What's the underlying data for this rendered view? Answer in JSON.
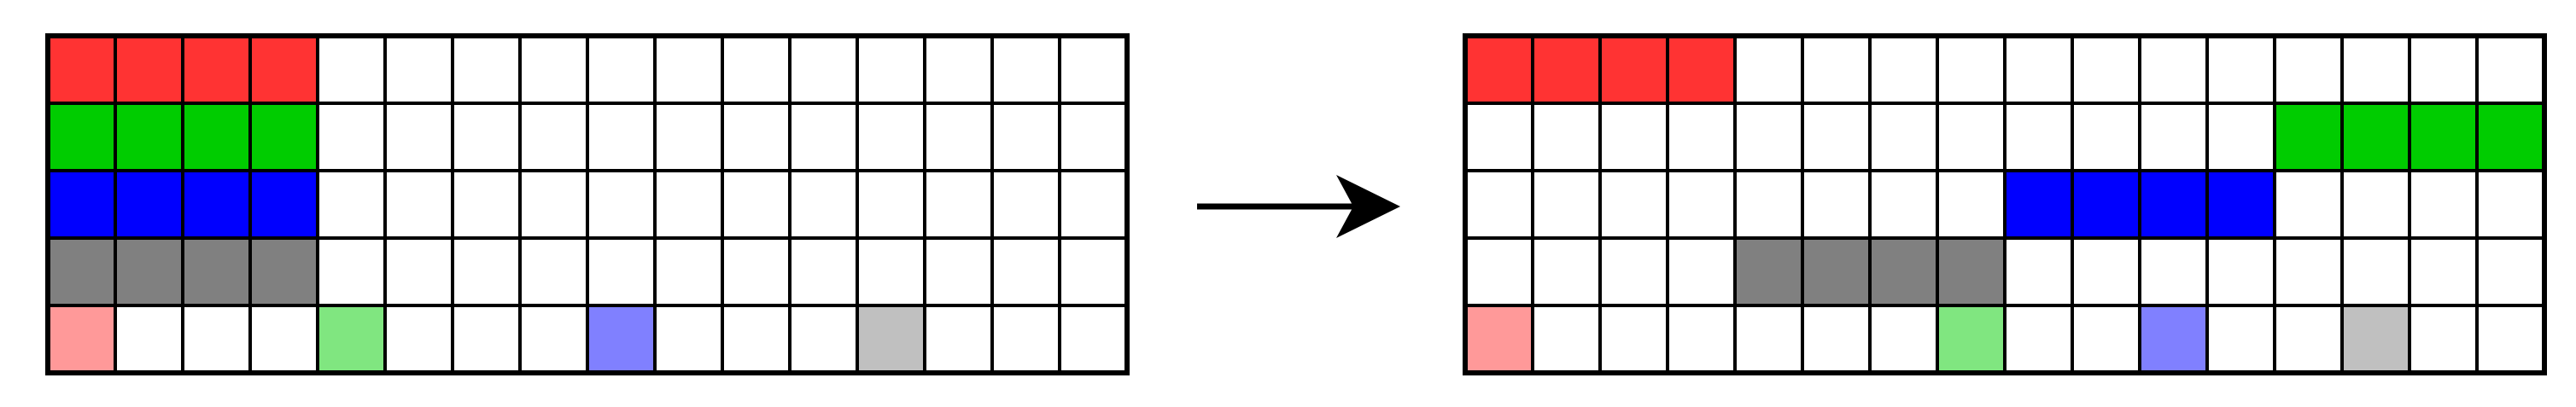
{
  "palette": {
    "0": "#ffffff",
    "1": "#ff3333",
    "2": "#00cc00",
    "3": "#0000ff",
    "4": "#808080",
    "5": "#ff9999",
    "6": "#80e680",
    "7": "#8080ff",
    "8": "#c0c0c0",
    "border": "#000000",
    "arrow": "#000000"
  },
  "grids": [
    {
      "id": "input",
      "rows": [
        [
          1,
          1,
          1,
          1,
          0,
          0,
          0,
          0,
          0,
          0,
          0,
          0,
          0,
          0,
          0,
          0
        ],
        [
          2,
          2,
          2,
          2,
          0,
          0,
          0,
          0,
          0,
          0,
          0,
          0,
          0,
          0,
          0,
          0
        ],
        [
          3,
          3,
          3,
          3,
          0,
          0,
          0,
          0,
          0,
          0,
          0,
          0,
          0,
          0,
          0,
          0
        ],
        [
          4,
          4,
          4,
          4,
          0,
          0,
          0,
          0,
          0,
          0,
          0,
          0,
          0,
          0,
          0,
          0
        ],
        [
          5,
          0,
          0,
          0,
          6,
          0,
          0,
          0,
          7,
          0,
          0,
          0,
          8,
          0,
          0,
          0
        ]
      ]
    },
    {
      "id": "output",
      "rows": [
        [
          1,
          1,
          1,
          1,
          0,
          0,
          0,
          0,
          0,
          0,
          0,
          0,
          0,
          0,
          0,
          0
        ],
        [
          0,
          0,
          0,
          0,
          0,
          0,
          0,
          0,
          0,
          0,
          0,
          0,
          2,
          2,
          2,
          2
        ],
        [
          0,
          0,
          0,
          0,
          0,
          0,
          0,
          0,
          3,
          3,
          3,
          3,
          0,
          0,
          0,
          0
        ],
        [
          0,
          0,
          0,
          0,
          4,
          4,
          4,
          4,
          0,
          0,
          0,
          0,
          0,
          0,
          0,
          0
        ],
        [
          5,
          0,
          0,
          0,
          0,
          0,
          0,
          6,
          0,
          0,
          7,
          0,
          0,
          8,
          0,
          0
        ]
      ]
    }
  ],
  "arrow_icon": "right-arrow-icon"
}
